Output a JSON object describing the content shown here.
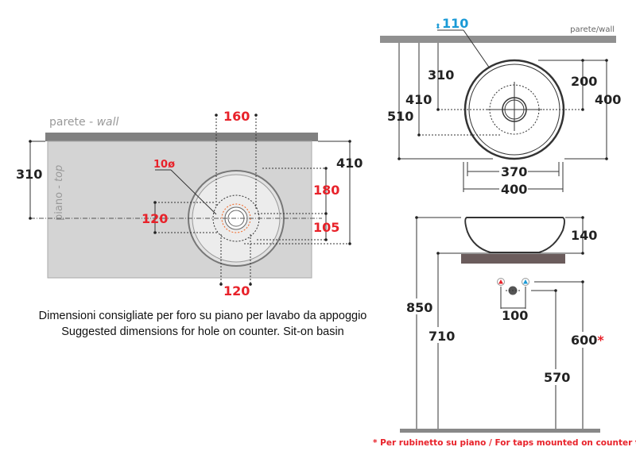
{
  "top_view_left": {
    "wall_label": "parete - ",
    "wall_label_italic": "wall",
    "top_label": "piano - ",
    "top_label_italic": "top",
    "dims": {
      "d310": "310",
      "d410": "410",
      "d160": "160",
      "d180": "180",
      "d105": "105",
      "d120_left": "120",
      "d120_bottom": "120",
      "hole": "10ø"
    }
  },
  "caption": {
    "line1": "Dimensioni consigliate per foro su piano per lavabo da appoggio",
    "line2": "Suggested dimensions for hole on counter. Sit-on basin"
  },
  "top_view_right": {
    "wall_label": "parete/wall",
    "dims": {
      "d110": "110",
      "d310": "310",
      "d410": "410",
      "d510": "510",
      "d200": "200",
      "d400_v": "400",
      "d370": "370",
      "d400_h": "400"
    }
  },
  "side_view": {
    "dims": {
      "d140": "140",
      "d850": "850",
      "d710": "710",
      "d100": "100",
      "d600": "600",
      "d600_mark": "*",
      "d570": "570"
    },
    "footnote": "* Per rubinetto su piano / For taps mounted on counter top"
  },
  "colors": {
    "red": "#e8222a",
    "blue": "#1a9ad6",
    "wall": "#808080",
    "counter": "#d4d4d4",
    "slab": "#6b5c5c"
  }
}
